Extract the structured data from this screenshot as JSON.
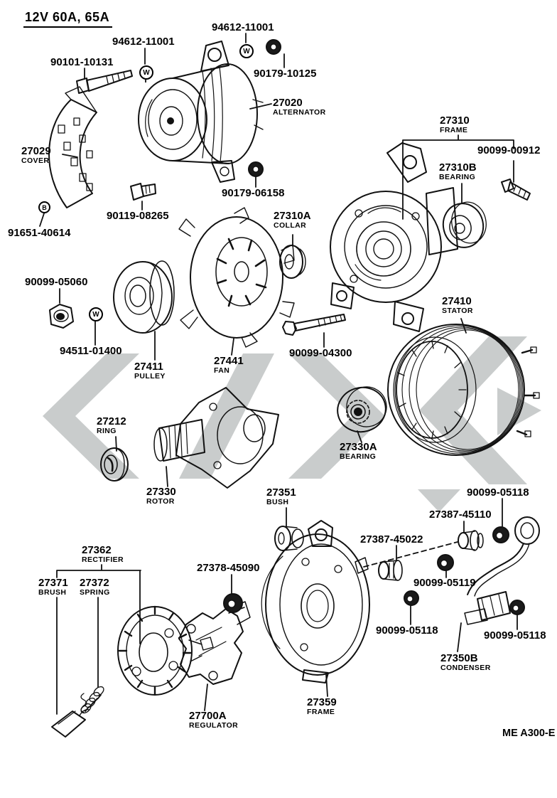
{
  "meta": {
    "title": "12V 60A, 65A",
    "page_code": "ME A300-E"
  },
  "colors": {
    "ink": "#111111",
    "watermark": "#c9cccc",
    "background": "#ffffff"
  },
  "symbols": {
    "washer": "W",
    "bolt": "B"
  },
  "parts": [
    {
      "number": "90101-10131",
      "name": ""
    },
    {
      "number": "94612-11001",
      "name": ""
    },
    {
      "number": "94612-11001",
      "name": ""
    },
    {
      "number": "90179-10125",
      "name": ""
    },
    {
      "number": "27020",
      "name": "ALTERNATOR"
    },
    {
      "number": "27310",
      "name": "FRAME"
    },
    {
      "number": "90099-00912",
      "name": ""
    },
    {
      "number": "27310B",
      "name": "BEARING"
    },
    {
      "number": "27029",
      "name": "COVER"
    },
    {
      "number": "90179-06158",
      "name": ""
    },
    {
      "number": "90119-08265",
      "name": ""
    },
    {
      "number": "91651-40614",
      "name": ""
    },
    {
      "number": "27310A",
      "name": "COLLAR"
    },
    {
      "number": "90099-05060",
      "name": ""
    },
    {
      "number": "94511-01400",
      "name": ""
    },
    {
      "number": "27411",
      "name": "PULLEY"
    },
    {
      "number": "27441",
      "name": "FAN"
    },
    {
      "number": "90099-04300",
      "name": ""
    },
    {
      "number": "27410",
      "name": "STATOR"
    },
    {
      "number": "27212",
      "name": "RING"
    },
    {
      "number": "27330",
      "name": "ROTOR"
    },
    {
      "number": "27330A",
      "name": "BEARING"
    },
    {
      "number": "27351",
      "name": "BUSH"
    },
    {
      "number": "90099-05118",
      "name": ""
    },
    {
      "number": "27387-45110",
      "name": ""
    },
    {
      "number": "27387-45022",
      "name": ""
    },
    {
      "number": "90099-05119",
      "name": ""
    },
    {
      "number": "90099-05118",
      "name": ""
    },
    {
      "number": "90099-05118",
      "name": ""
    },
    {
      "number": "27350B",
      "name": "CONDENSER"
    },
    {
      "number": "27362",
      "name": "RECTIFIER"
    },
    {
      "number": "27371",
      "name": "BRUSH"
    },
    {
      "number": "27372",
      "name": "SPRING"
    },
    {
      "number": "27378-45090",
      "name": ""
    },
    {
      "number": "27700A",
      "name": "REGULATOR"
    },
    {
      "number": "27359",
      "name": "FRAME"
    }
  ]
}
